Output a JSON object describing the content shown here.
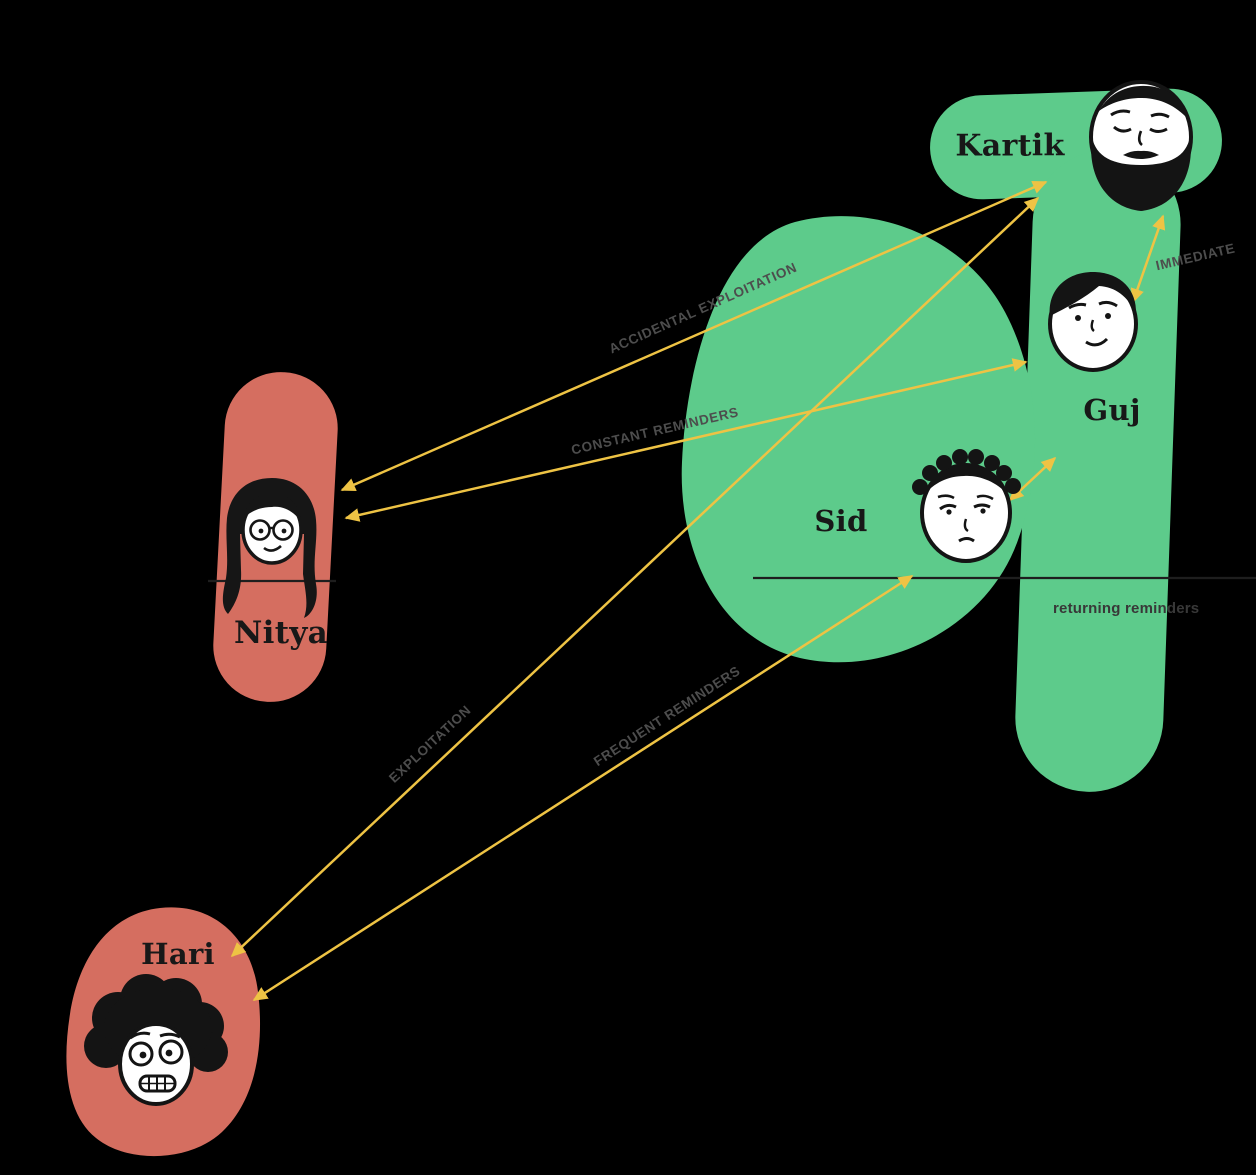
{
  "diagram": {
    "background": "#000000",
    "groups": {
      "green": "#5dcb8b",
      "red": "#d56e60"
    },
    "arrow_color": "#eec344",
    "divider_color": "#1e1e1e",
    "nodes": {
      "kartik": {
        "label": "Kartik",
        "group": "green"
      },
      "guj": {
        "label": "Guj",
        "group": "green"
      },
      "sid": {
        "label": "Sid",
        "group": "green"
      },
      "nitya": {
        "label": "Nitya",
        "group": "red"
      },
      "hari": {
        "label": "Hari",
        "group": "red"
      }
    },
    "edges": {
      "kartik_nitya": {
        "from": "Kartik",
        "to": "Nitya",
        "label": "ACCIDENTAL EXPLOITATION"
      },
      "guj_nitya": {
        "from": "Guj",
        "to": "Nitya",
        "label": "CONSTANT REMINDERS"
      },
      "kartik_hari": {
        "from": "Kartik",
        "to": "Hari",
        "label": "EXPLOITATION"
      },
      "sid_hari": {
        "from": "Sid",
        "to": "Hari",
        "label": "FREQUENT REMINDERS"
      },
      "guj_kartik": {
        "from": "Guj",
        "to": "Kartik",
        "label": "IMMEDIATE"
      },
      "sid_guj": {
        "from": "Sid",
        "to": "Guj",
        "label": ""
      }
    },
    "divider": {
      "label": "returning reminders"
    }
  }
}
